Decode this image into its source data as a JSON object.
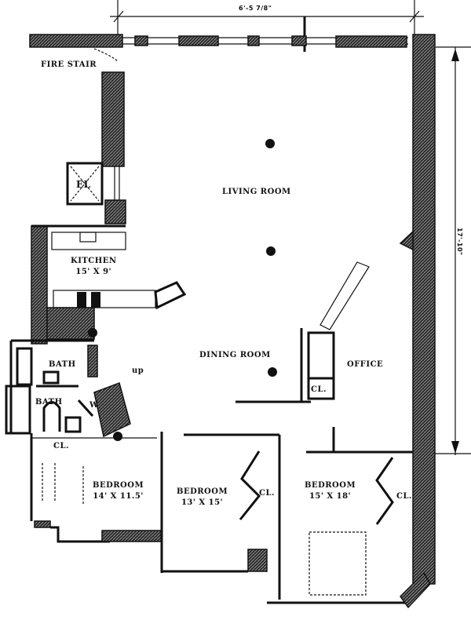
{
  "plan": {
    "dimensions": {
      "width": "6'-5 7/8\"",
      "height": "17'-10\""
    },
    "rooms": {
      "fire_stair": {
        "name": "FIRE STAIR"
      },
      "elevator": {
        "name": "EL"
      },
      "living_room": {
        "name": "LIVING ROOM"
      },
      "kitchen": {
        "name": "KITCHEN",
        "size": "15' X 9'"
      },
      "dining_room": {
        "name": "DINING ROOM"
      },
      "office": {
        "name": "OFFICE"
      },
      "office_closet": {
        "name": "CL."
      },
      "bath_1": {
        "name": "BATH"
      },
      "bath_2": {
        "name": "BATH"
      },
      "washer": {
        "name": "W"
      },
      "stair_up": {
        "name": "up"
      },
      "bedroom_1": {
        "name": "BEDROOM",
        "size": "14' X 11.5'",
        "closet": "CL."
      },
      "bedroom_2": {
        "name": "BEDROOM",
        "size": "13' X 15'",
        "closet": "CL."
      },
      "bedroom_3": {
        "name": "BEDROOM",
        "size": "15' X 18'",
        "closet": "CL."
      }
    },
    "columns": [
      "column-1",
      "column-2",
      "column-3"
    ]
  }
}
